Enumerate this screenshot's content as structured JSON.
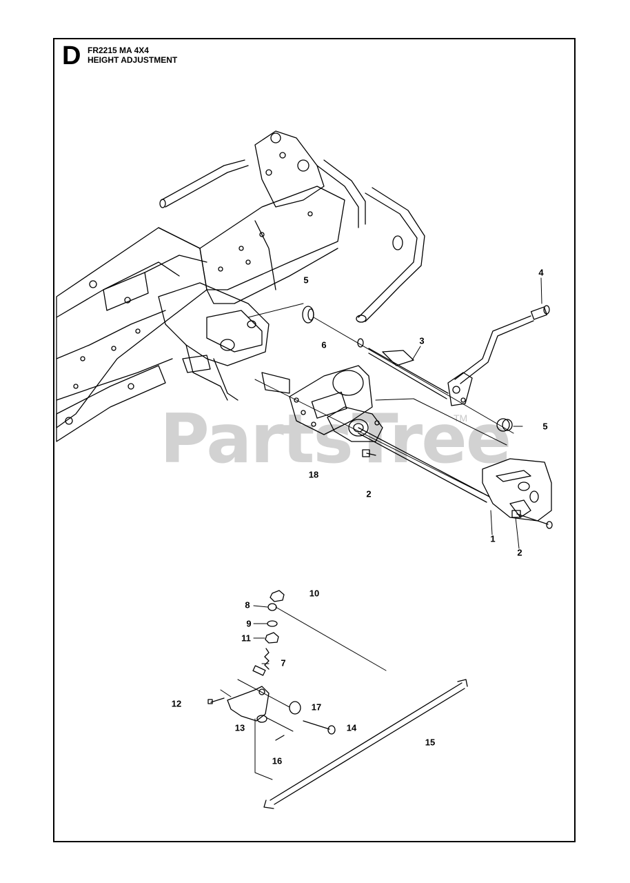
{
  "header": {
    "section_letter": "D",
    "model": "FR2215 MA 4X4",
    "title": "HEIGHT ADJUSTMENT"
  },
  "watermark": {
    "text": "PartsTree",
    "tm": "TM",
    "color": "#d2d2d2"
  },
  "callouts": [
    "5",
    "4",
    "6",
    "3",
    "5",
    "18",
    "2",
    "1",
    "2",
    "10",
    "8",
    "9",
    "11",
    "7",
    "12",
    "17",
    "13",
    "14",
    "15",
    "16"
  ]
}
